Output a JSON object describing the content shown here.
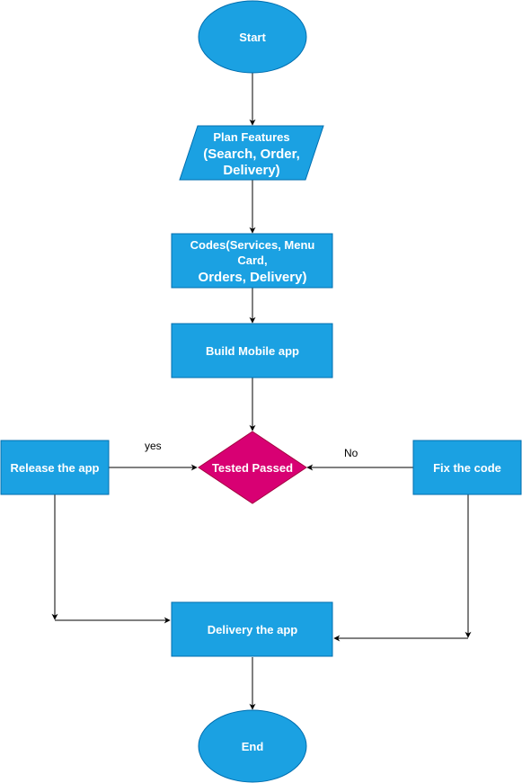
{
  "colors": {
    "process_fill": "#1ba1e2",
    "process_stroke": "#006eaf",
    "decision_fill": "#d80073",
    "decision_stroke": "#a50040",
    "text": "#ffffff",
    "edge": "#000000"
  },
  "nodes": {
    "start": {
      "label": "Start"
    },
    "plan_features": {
      "line1": "Plan Features",
      "line2": "(Search, Order,",
      "line3": "Delivery)"
    },
    "codes": {
      "line1": "Codes(Services, Menu",
      "line2": "Card,",
      "line3": "Orders, Delivery)"
    },
    "build": {
      "label": "Build Mobile app"
    },
    "tested": {
      "label": "Tested Passed"
    },
    "release": {
      "label": "Release the app"
    },
    "fix": {
      "label": "Fix the code"
    },
    "delivery": {
      "label": "Delivery the app"
    },
    "end": {
      "label": "End"
    }
  },
  "edge_labels": {
    "yes": "yes",
    "no": "No"
  }
}
